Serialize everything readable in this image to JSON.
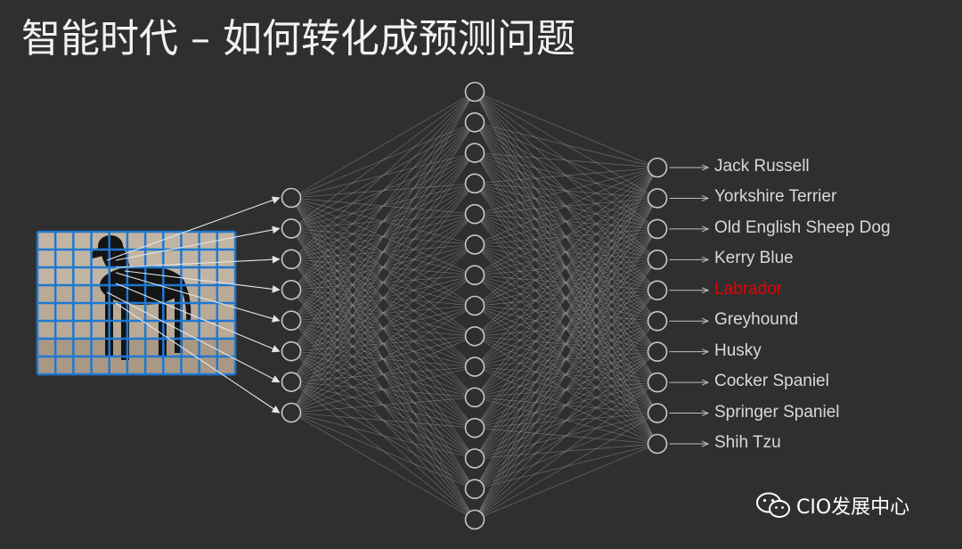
{
  "title": "智能时代 – 如何转化成预测问题",
  "input_image": {
    "subject": "black Labrador dog on sand",
    "grid": "blue pixel grid overlay"
  },
  "network": {
    "input_nodes": 8,
    "hidden_nodes": 15,
    "output_nodes": 10
  },
  "outputs": [
    {
      "label": "Jack Russell",
      "highlight": false
    },
    {
      "label": "Yorkshire Terrier",
      "highlight": false
    },
    {
      "label": "Old English Sheep Dog",
      "highlight": false
    },
    {
      "label": "Kerry Blue",
      "highlight": false
    },
    {
      "label": "Labrador",
      "highlight": true
    },
    {
      "label": "Greyhound",
      "highlight": false
    },
    {
      "label": "Husky",
      "highlight": false
    },
    {
      "label": "Cocker Spaniel",
      "highlight": false
    },
    {
      "label": "Springer Spaniel",
      "highlight": false
    },
    {
      "label": "Shih Tzu",
      "highlight": false
    }
  ],
  "colors": {
    "background": "#2f2f2f",
    "node": "#c8c8c8",
    "highlight": "#e60000",
    "grid": "#1f78d1"
  },
  "watermark": {
    "text": "CIO发展中心",
    "icon": "wechat-icon"
  }
}
